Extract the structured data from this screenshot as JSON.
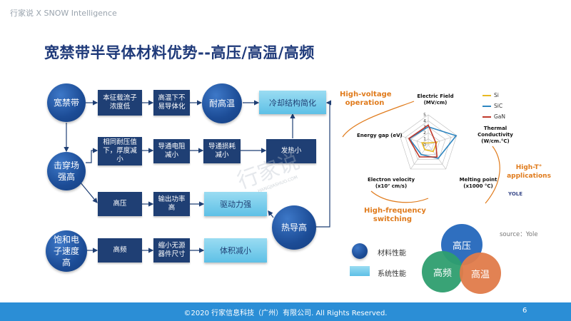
{
  "brand": "行家说 X SNOW Intelligence",
  "title": "宽禁带半导体材料优势--高压/高温/高频",
  "nodes": {
    "wide_bandgap": "宽禁带",
    "breakdown_field": "击穿场\n强高",
    "saturation_velocity": "饱和电\n子速度\n高",
    "heat_conduct": "热导高",
    "high_temp_resist": "耐高温",
    "intrinsic_carrier": "本征载流子\n浓度低",
    "hard_intrinsic": "高温下不\n易导体化",
    "thin_layer": "相同耐压值\n下，厚度减\n小",
    "low_resistance": "导通电阻\n减小",
    "low_loss": "导通损耗\n减小",
    "less_heat": "发热小",
    "high_voltage": "高压",
    "output_power": "输出功率\n高",
    "high_freq": "高频",
    "small_passive": "缩小无源\n器件尺寸",
    "cooling_simplified": "冷却结构简化",
    "driving_strong": "驱动力强",
    "volume_reduced": "体积减小"
  },
  "legend": {
    "material_label": "材料性能",
    "system_label": "系统性能"
  },
  "radar": {
    "axes": [
      "Electric Field\n(MV/cm)",
      "Thermal\nConductivity\n(W/cm.°C)",
      "Melting point\n(x1000 °C)",
      "Electron velocity\n(x10⁷ cm/s)",
      "Energy gap (eV)"
    ],
    "ticks": [
      "5",
      "4",
      "3",
      "2",
      "1",
      "0"
    ],
    "range": [
      0,
      5
    ],
    "series": [
      {
        "name": "Si",
        "color": "#e8b923",
        "values": [
          0.3,
          1.5,
          1.4,
          1.0,
          1.1
        ]
      },
      {
        "name": "SiC",
        "color": "#2e86c1",
        "values": [
          3.0,
          4.9,
          2.8,
          2.0,
          3.3
        ]
      },
      {
        "name": "GaN",
        "color": "#c0392b",
        "values": [
          3.3,
          1.3,
          2.5,
          2.5,
          3.4
        ]
      }
    ],
    "annotations": {
      "high_voltage": "High-voltage\noperation",
      "high_t": "High-T°\napplications",
      "high_freq": "High-frequency\nswitching"
    },
    "logo": "YOLE"
  },
  "source": "source：Yole",
  "venn": {
    "top": "高压",
    "left": "高频",
    "right": "高温",
    "colors": {
      "top": "#2f6fbf",
      "left": "#2e9e6f",
      "right": "#e07b4a"
    }
  },
  "watermark": "行家说",
  "watermark_sub": "HANGJIASHUO.COM",
  "footer": "©2020 行家信息科技（广州）有限公司. All Rights Reserved.",
  "page_number": "6"
}
